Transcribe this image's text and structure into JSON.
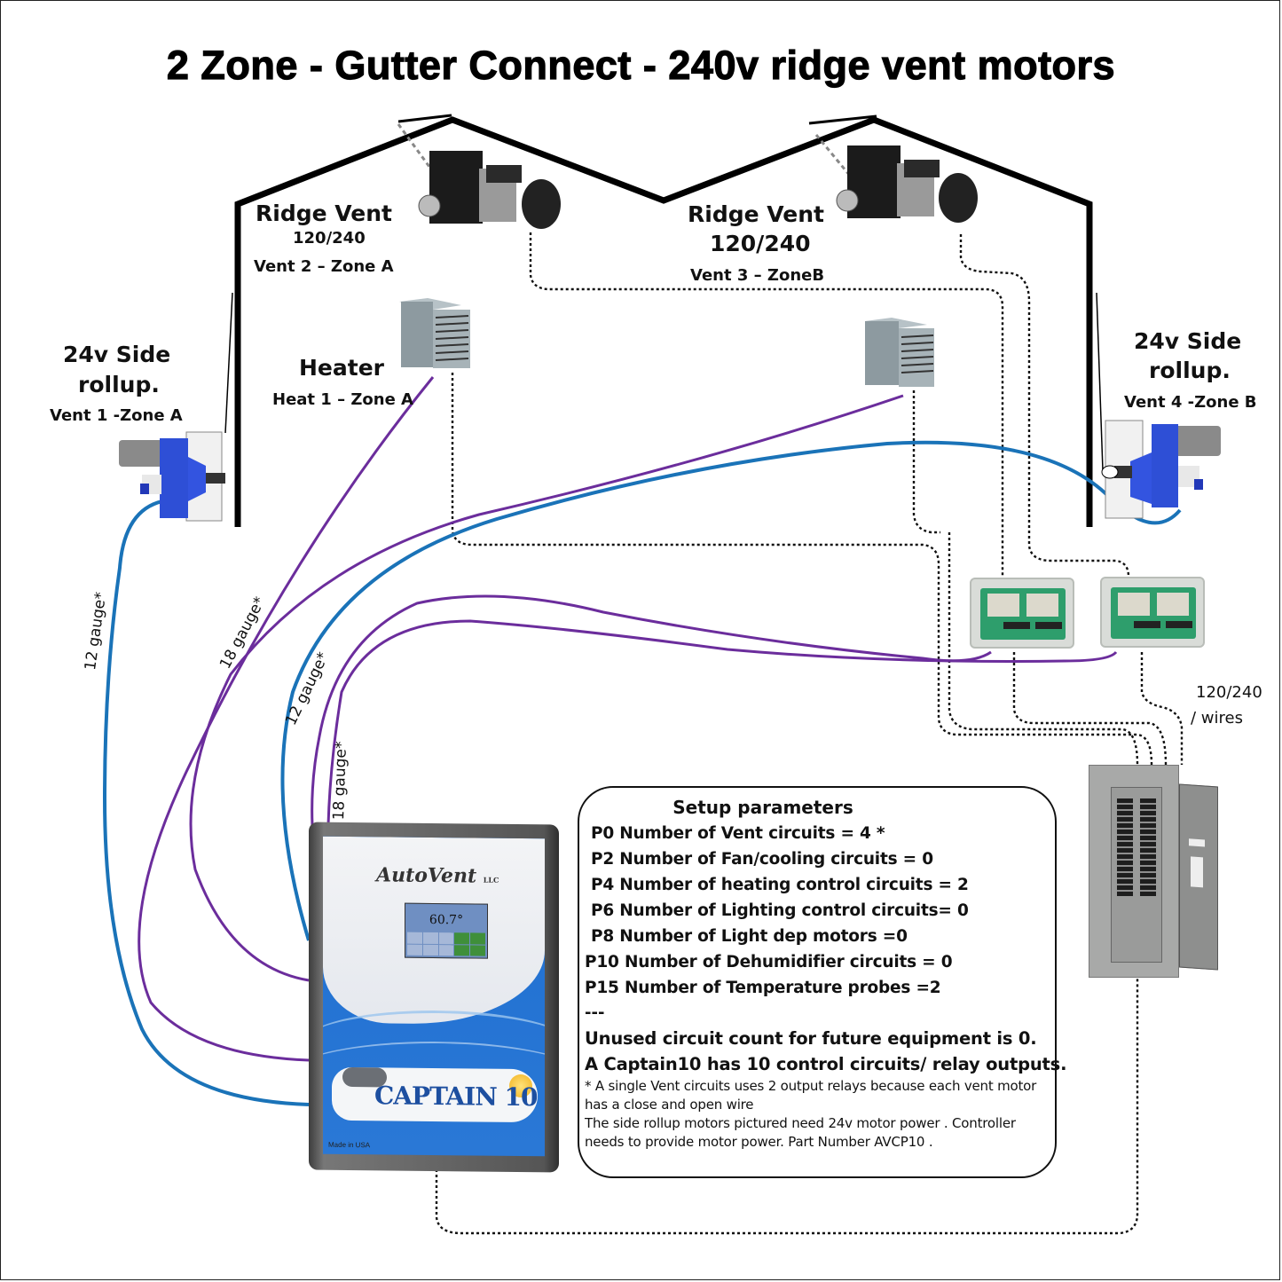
{
  "title": "2 Zone - Gutter Connect  - 240v ridge vent motors",
  "colors": {
    "low_voltage_wire": "#1a73b8",
    "control_wire": "#6b2d9c",
    "line_voltage_wire": "#111111",
    "structure": "#000000"
  },
  "equipment": {
    "ridge_vent_a": {
      "heading": "Ridge Vent",
      "voltage": "120/240",
      "assignment": "Vent 2 – Zone A",
      "icon": "ridge-vent-gear-motor"
    },
    "ridge_vent_b": {
      "heading": "Ridge Vent",
      "voltage": "120/240",
      "assignment": "Vent 3  – ZoneB",
      "icon": "ridge-vent-gear-motor"
    },
    "side_rollup_a": {
      "heading_line1": "24v Side",
      "heading_line2": "rollup.",
      "assignment": "Vent 1 -Zone A",
      "icon": "side-rollup-motor"
    },
    "side_rollup_b": {
      "heading_line1": "24v Side",
      "heading_line2": "rollup.",
      "assignment": "Vent 4 -Zone B",
      "icon": "side-rollup-motor"
    },
    "heater_a": {
      "heading": "Heater",
      "assignment": "Heat 1 – Zone A",
      "icon": "unit-heater"
    },
    "heater_b": {
      "icon": "unit-heater"
    },
    "relay_boxes": [
      "relay-box-1",
      "relay-box-2"
    ],
    "breaker_panel": {
      "icon": "breaker-panel",
      "wire_label_line1": "120/240",
      "wire_label_line2": "wires"
    }
  },
  "wire_labels": [
    {
      "text": "12 gauge*",
      "for": "vent-1-rollup"
    },
    {
      "text": "18 gauge*",
      "for": "heater-a"
    },
    {
      "text": "12 gauge*",
      "for": "vent-4-rollup"
    },
    {
      "text": "18 gauge*",
      "for": "relay-boxes"
    }
  ],
  "controller": {
    "brand": "AutoVent",
    "brand_suffix": "LLC",
    "model": "CAPTAIN 10",
    "screen_temp": "60.7°",
    "made_in": "Made in USA"
  },
  "setup": {
    "title": "Setup parameters",
    "params": [
      "P0 Number of Vent  circuits = 4 *",
      "P2 Number of Fan/cooling circuits = 0",
      "P4 Number of heating control circuits = 2",
      "P6 Number of Lighting control circuits= 0",
      "P8 Number  of  Light dep motors =0",
      "P10 Number of Dehumidifier circuits  = 0",
      "P15 Number of Temperature probes =2"
    ],
    "separator": "---",
    "summary": [
      "Unused circuit count for future equipment is  0.",
      "A Captain10  has 10 control circuits/ relay outputs."
    ],
    "notes": [
      "* A single Vent circuits uses 2 output relays  because each vent motor has a close and open wire",
      "The side  rollup motors pictured need 24v motor power . Controller needs to provide  motor power.   Part Number  AVCP10 ."
    ]
  }
}
